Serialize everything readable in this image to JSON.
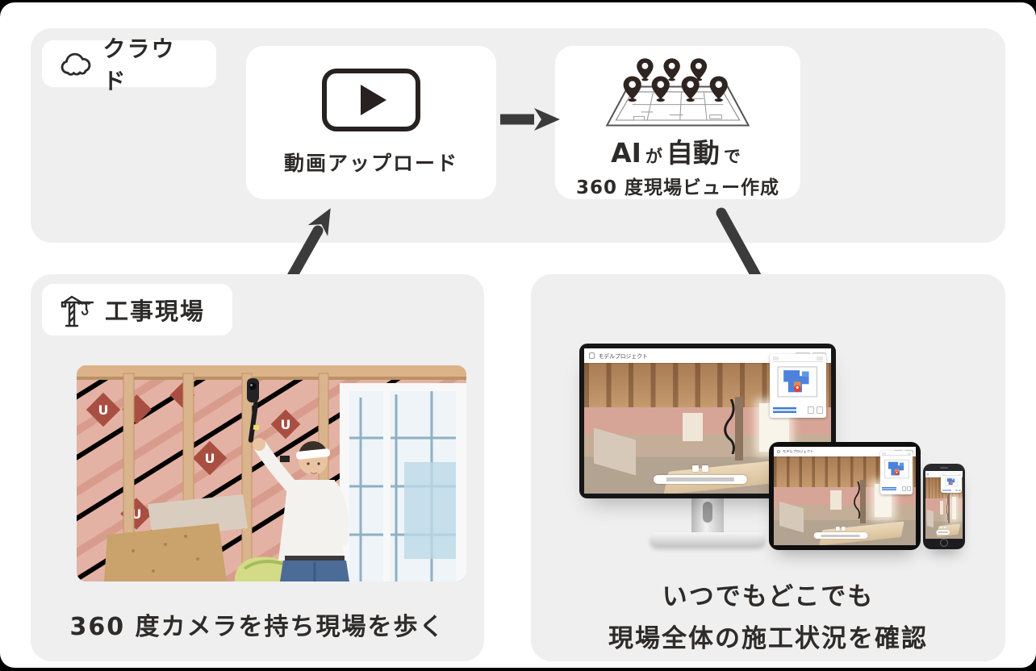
{
  "colors": {
    "band_bg": "#efefef",
    "card_bg": "#ffffff",
    "ink": "#2d2a28",
    "arrow": "#3b3b3b",
    "pin": "#2e2420"
  },
  "cloud_section": {
    "badge_label": "クラウド",
    "upload_card_label": "動画アップロード",
    "ai_caption": {
      "strong1": "AI",
      "small1": "が",
      "strong2": "自動",
      "small2": "で",
      "line2": "360 度現場ビュー作成"
    }
  },
  "site_section": {
    "badge_label": "工事現場",
    "caption": "360 度カメラを持ち現場を歩く"
  },
  "devices_section": {
    "app_title": "モデルプロジェクト",
    "caption_line1": "いつでもどこでも",
    "caption_line2": "現場全体の施工状況を確認"
  }
}
